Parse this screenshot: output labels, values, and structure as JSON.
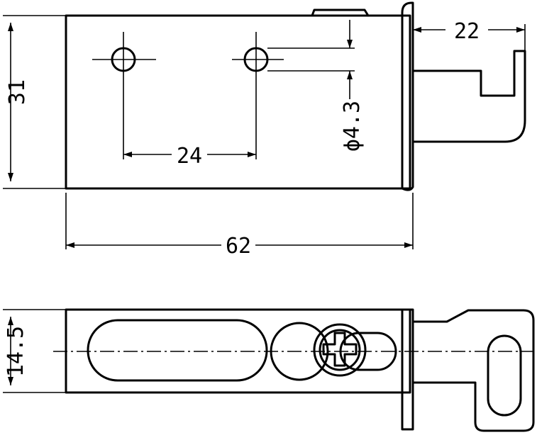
{
  "dimensions": {
    "height_front": "31",
    "hole_spacing": "24",
    "hole_diameter": "ϕ4.3",
    "total_length": "62",
    "hook_length": "22",
    "height_bottom": "14.5"
  },
  "colors": {
    "ink": "#000000",
    "paper": "#ffffff"
  }
}
